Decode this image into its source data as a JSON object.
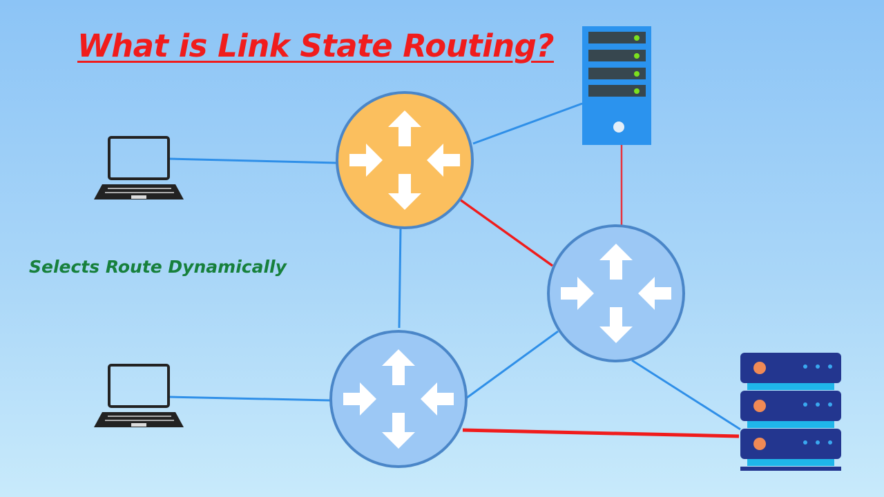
{
  "title": "What is Link State Routing?",
  "subtitle": "Selects Route Dynamically",
  "colors": {
    "title": "#f01c1c",
    "subtitle": "#17803c",
    "active_router": "#fbbf5e",
    "router": "#9cc8f5",
    "router_stroke": "#4a86c8",
    "link": "#2f8fe8",
    "selected_link": "#f01c1c"
  },
  "nodes": [
    {
      "id": "laptop-1",
      "type": "laptop-icon"
    },
    {
      "id": "laptop-2",
      "type": "laptop-icon"
    },
    {
      "id": "router-a",
      "type": "router-icon",
      "state": "active"
    },
    {
      "id": "router-b",
      "type": "router-icon"
    },
    {
      "id": "router-c",
      "type": "router-icon"
    },
    {
      "id": "server-tower",
      "type": "server-tower-icon"
    },
    {
      "id": "server-rack",
      "type": "server-rack-icon"
    }
  ]
}
